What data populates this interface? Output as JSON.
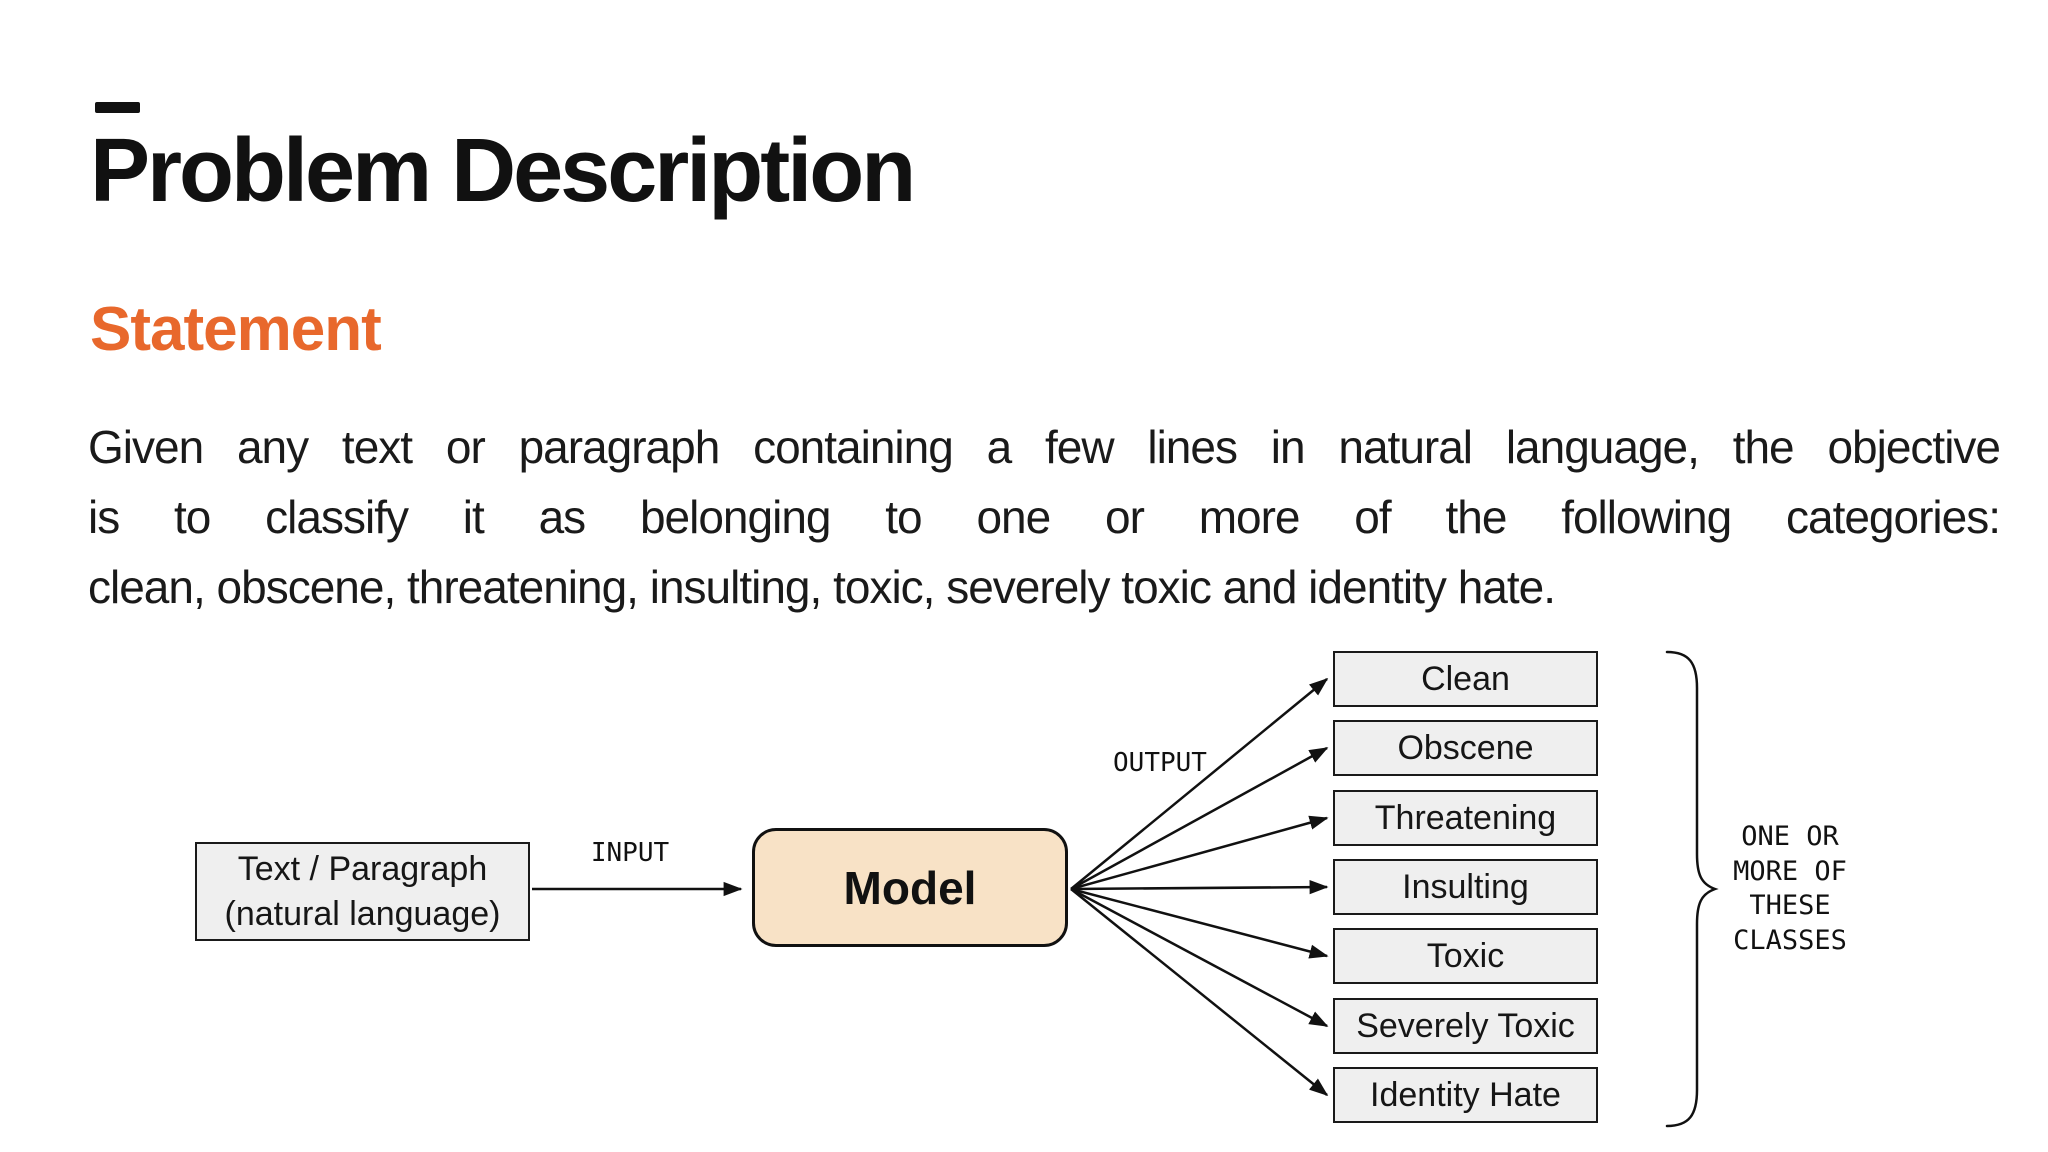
{
  "slide": {
    "title": "Problem Description",
    "subtitle": "Statement",
    "body_lines": [
      "Given any text or paragraph containing a few lines in natural language, the objective",
      "is to classify it as belonging to one or more of the following categories:",
      "clean, obscene, threatening, insulting, toxic, severely toxic and identity hate."
    ]
  },
  "diagram": {
    "source_box": {
      "line1": "Text / Paragraph",
      "line2": "(natural language)"
    },
    "input_label": "INPUT",
    "model_label": "Model",
    "output_label": "OUTPUT",
    "outputs": [
      "Clean",
      "Obscene",
      "Threatening",
      "Insulting",
      "Toxic",
      "Severely Toxic",
      "Identity Hate"
    ],
    "brace_note": "ONE OR\nMORE OF\nTHESE\nCLASSES"
  },
  "colors": {
    "accent_orange": "#E8682C",
    "category_box_fill": "#EFEFEF",
    "model_box_fill": "#F8E2C6",
    "line_color": "#111111",
    "background": "#FFFFFF"
  }
}
